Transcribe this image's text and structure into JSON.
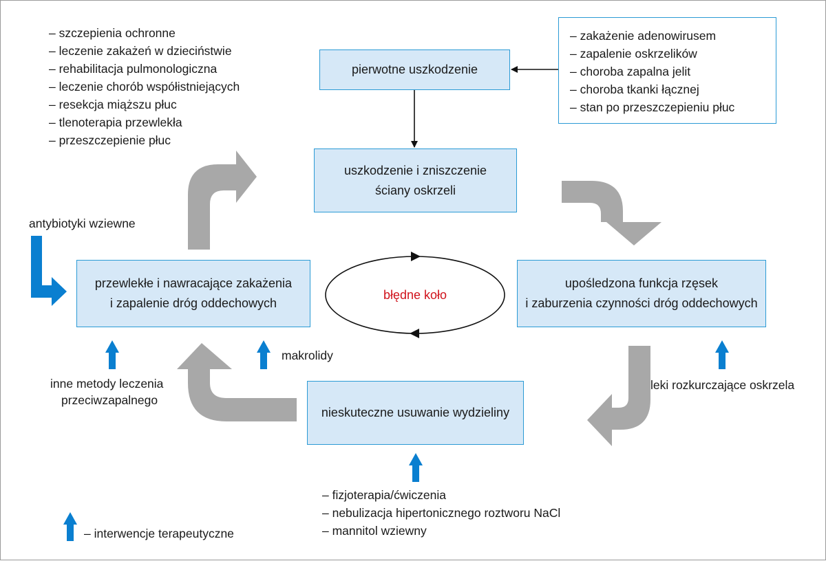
{
  "colors": {
    "box_fill": "#d6e8f7",
    "box_border": "#2a9ad5",
    "intervention_arrow": "#0a7fd0",
    "cycle_arrow": "#a8a8a8",
    "center_label": "#d0121b"
  },
  "boxes": {
    "primary_damage": {
      "lines": [
        "pierwotne uszkodzenie"
      ]
    },
    "wall_damage": {
      "lines": [
        "uszkodzenie i zniszczenie",
        "ściany oskrzeli"
      ]
    },
    "cilia": {
      "lines": [
        "upośledzona funkcja rzęsek",
        "i zaburzenia czynności dróg oddechowych"
      ]
    },
    "secretion": {
      "lines": [
        "nieskuteczne usuwanie wydzieliny"
      ]
    },
    "infections": {
      "lines": [
        "przewlekłe i nawracające zakażenia",
        "i zapalenie dróg oddechowych"
      ]
    }
  },
  "causes_list": [
    "– zakażenie adenowirusem",
    "– zapalenie oskrzelików",
    "– choroba zapalna jelit",
    "– choroba tkanki łącznej",
    "– stan po przeszczepieniu płuc"
  ],
  "treatments_list": [
    "– szczepienia ochronne",
    "– leczenie zakażeń w dzieciństwie",
    "– rehabilitacja pulmonologiczna",
    "– leczenie chorób współistniejących",
    "– resekcja miąższu płuc",
    "– tlenoterapia przewlekła",
    "– przeszczepienie płuc"
  ],
  "secretion_treatments": [
    "– fizjoterapia/ćwiczenia",
    "– nebulizacja hipertonicznego roztworu NaCl",
    "– mannitol wziewny"
  ],
  "labels": {
    "antibiotics": "antybiotyki wziewne",
    "macrolides": "makrolidy",
    "anti_inflammatory_line1": "inne metody leczenia",
    "anti_inflammatory_line2": "przeciwzapalnego",
    "bronchodilators": "leki rozkurczające oskrzela",
    "center": "błędne koło",
    "legend": "– interwencje terapeutyczne"
  }
}
